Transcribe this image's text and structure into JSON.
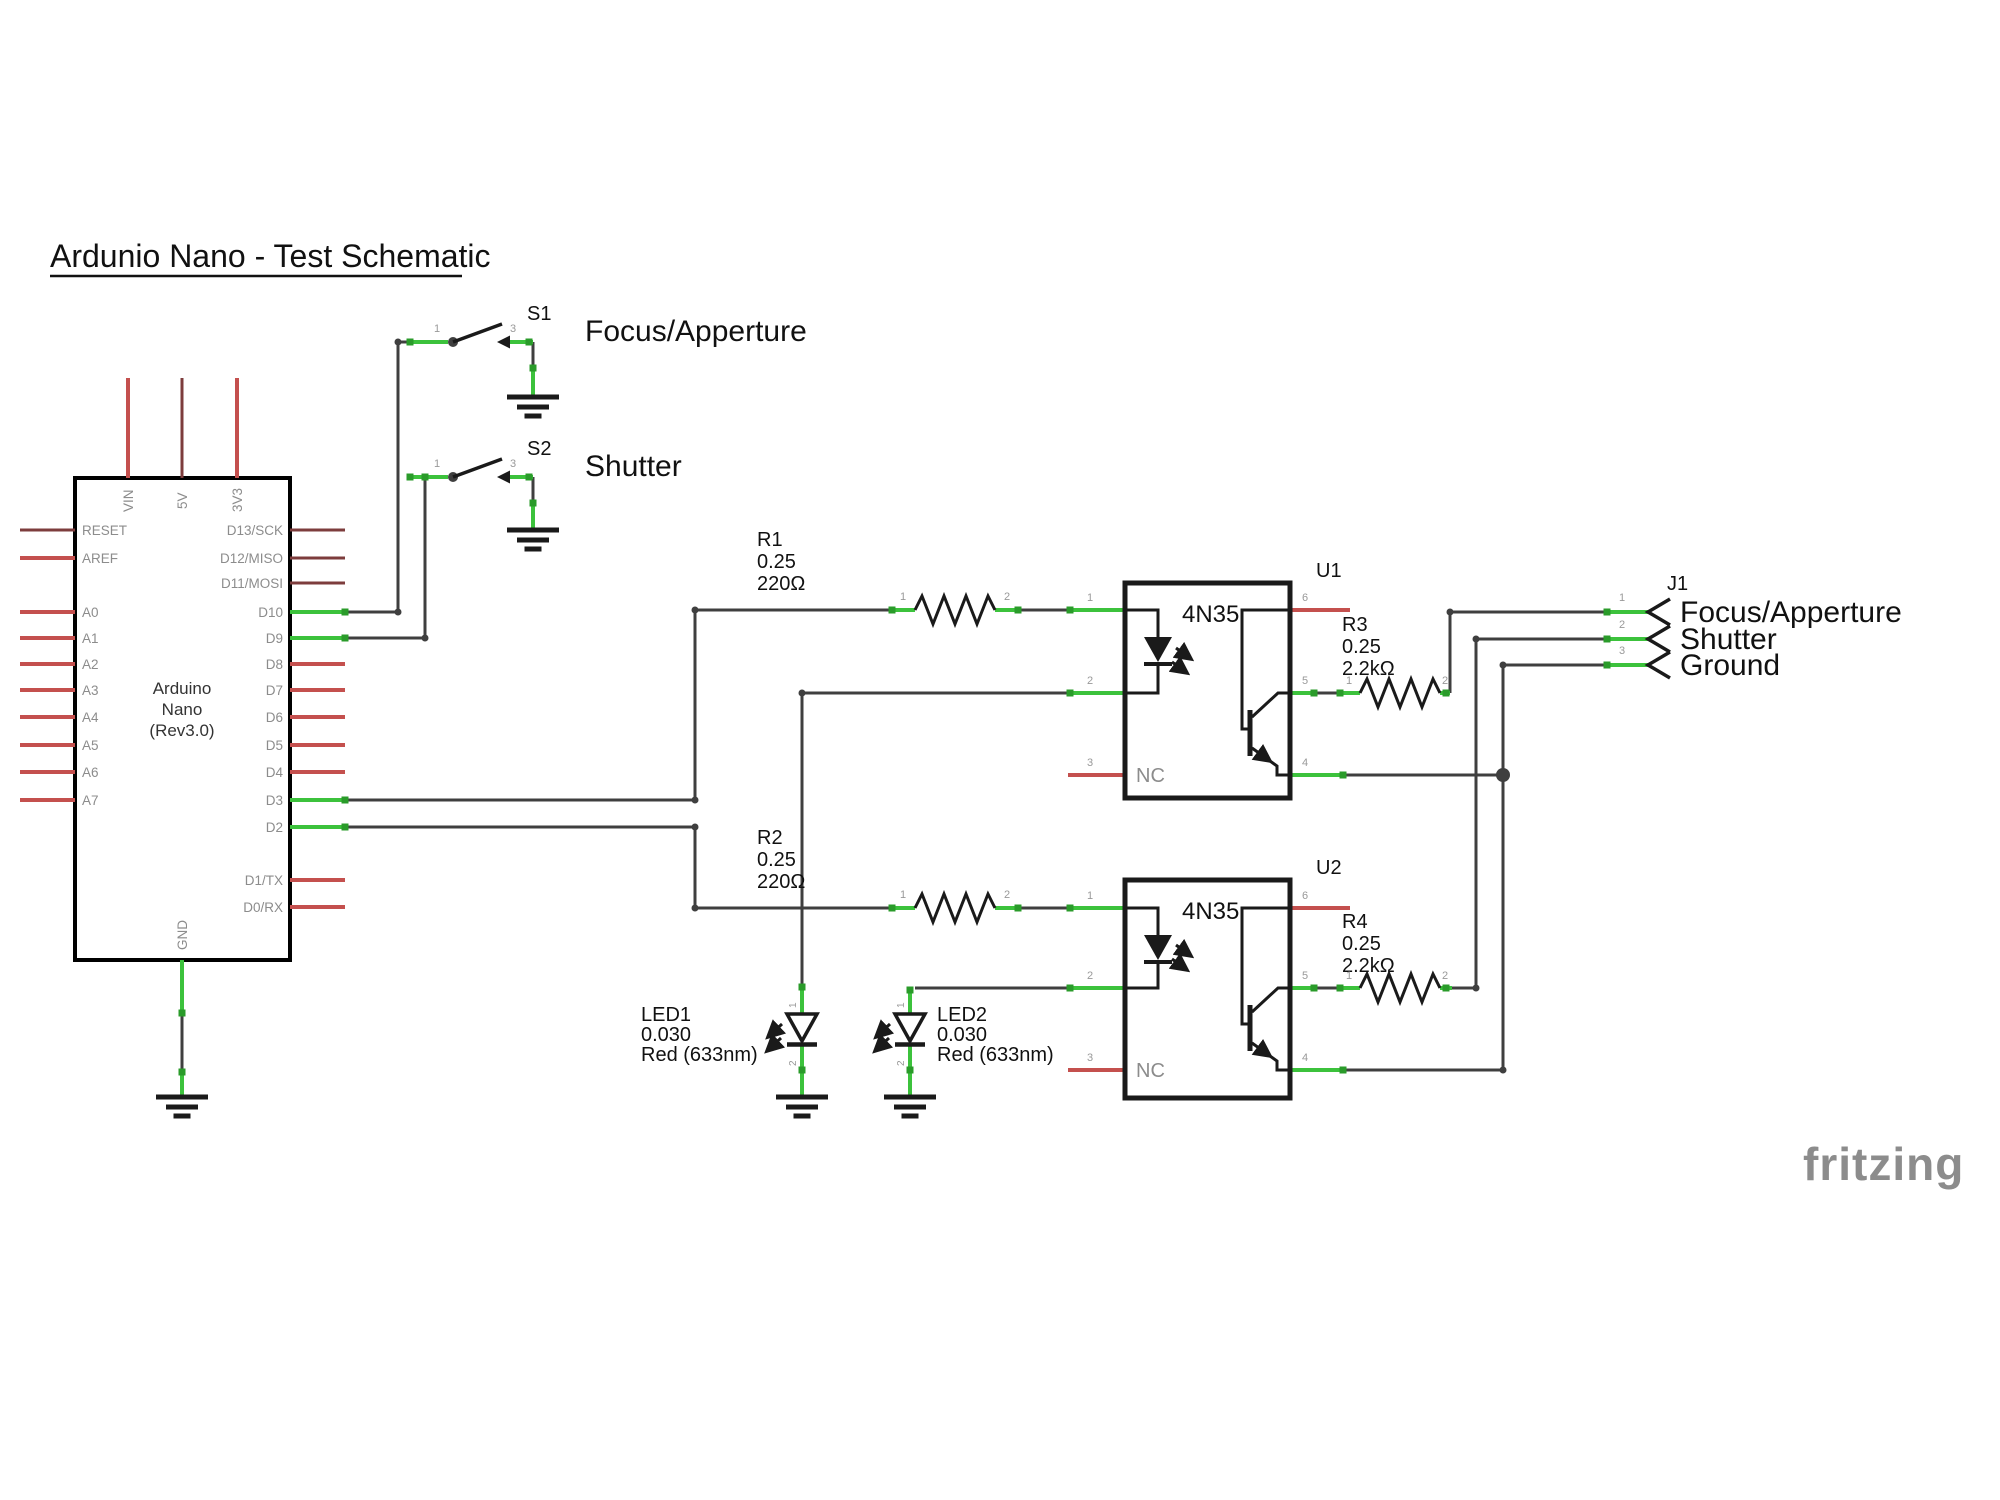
{
  "title": "Ardunio Nano - Test Schematic",
  "arduino": {
    "ref_lines": [
      "Arduino",
      "Nano",
      "(Rev3.0)"
    ],
    "pins_top": [
      "VIN",
      "5V",
      "3V3"
    ],
    "pins_left": [
      "RESET",
      "AREF",
      "A0",
      "A1",
      "A2",
      "A3",
      "A4",
      "A5",
      "A6",
      "A7"
    ],
    "pins_right": [
      "D13/SCK",
      "D12/MISO",
      "D11/MOSI",
      "D10",
      "D9",
      "D8",
      "D7",
      "D6",
      "D5",
      "D4",
      "D3",
      "D2",
      "D1/TX",
      "D0/RX"
    ],
    "pin_bottom": "GND"
  },
  "switches": {
    "s1": {
      "ref": "S1",
      "label": "Focus/Apperture",
      "pin1": "1",
      "pin3": "3"
    },
    "s2": {
      "ref": "S2",
      "label": "Shutter",
      "pin1": "1",
      "pin3": "3"
    }
  },
  "resistors": {
    "r1": {
      "ref": "R1",
      "power": "0.25",
      "value": "220Ω",
      "pin1": "1",
      "pin2": "2"
    },
    "r2": {
      "ref": "R2",
      "power": "0.25",
      "value": "220Ω",
      "pin1": "1",
      "pin2": "2"
    },
    "r3": {
      "ref": "R3",
      "power": "0.25",
      "value": "2.2kΩ",
      "pin1": "1",
      "pin2": "2"
    },
    "r4": {
      "ref": "R4",
      "power": "0.25",
      "value": "2.2kΩ",
      "pin1": "1",
      "pin2": "2"
    }
  },
  "optocouplers": {
    "u1": {
      "ref": "U1",
      "part": "4N35",
      "nc": "NC",
      "pins_left": [
        "1",
        "2",
        "3"
      ],
      "pins_right": [
        "6",
        "5",
        "4"
      ]
    },
    "u2": {
      "ref": "U2",
      "part": "4N35",
      "nc": "NC",
      "pins_left": [
        "1",
        "2",
        "3"
      ],
      "pins_right": [
        "6",
        "5",
        "4"
      ]
    }
  },
  "leds": {
    "led1": {
      "ref": "LED1",
      "current": "0.030",
      "color": "Red (633nm)",
      "pin1": "1",
      "pin2": "2"
    },
    "led2": {
      "ref": "LED2",
      "current": "0.030",
      "color": "Red (633nm)",
      "pin1": "1",
      "pin2": "2"
    }
  },
  "connector": {
    "ref": "J1",
    "pins": [
      {
        "num": "1",
        "label": "Focus/Apperture"
      },
      {
        "num": "2",
        "label": "Shutter"
      },
      {
        "num": "3",
        "label": "Ground"
      }
    ]
  },
  "watermark": "fritzing",
  "colors": {
    "wire": "#3f3f3f",
    "terminal_green": "#3cc23c",
    "terminal_green_dark": "#2a9b2a",
    "pin_red": "#c4504e",
    "pin_maroon": "#7d3c3c",
    "symbol_black": "#1a1a1a",
    "label_gray": "#8c8c8c",
    "text": "#111111",
    "logo_gray": "#8c8c8c"
  }
}
